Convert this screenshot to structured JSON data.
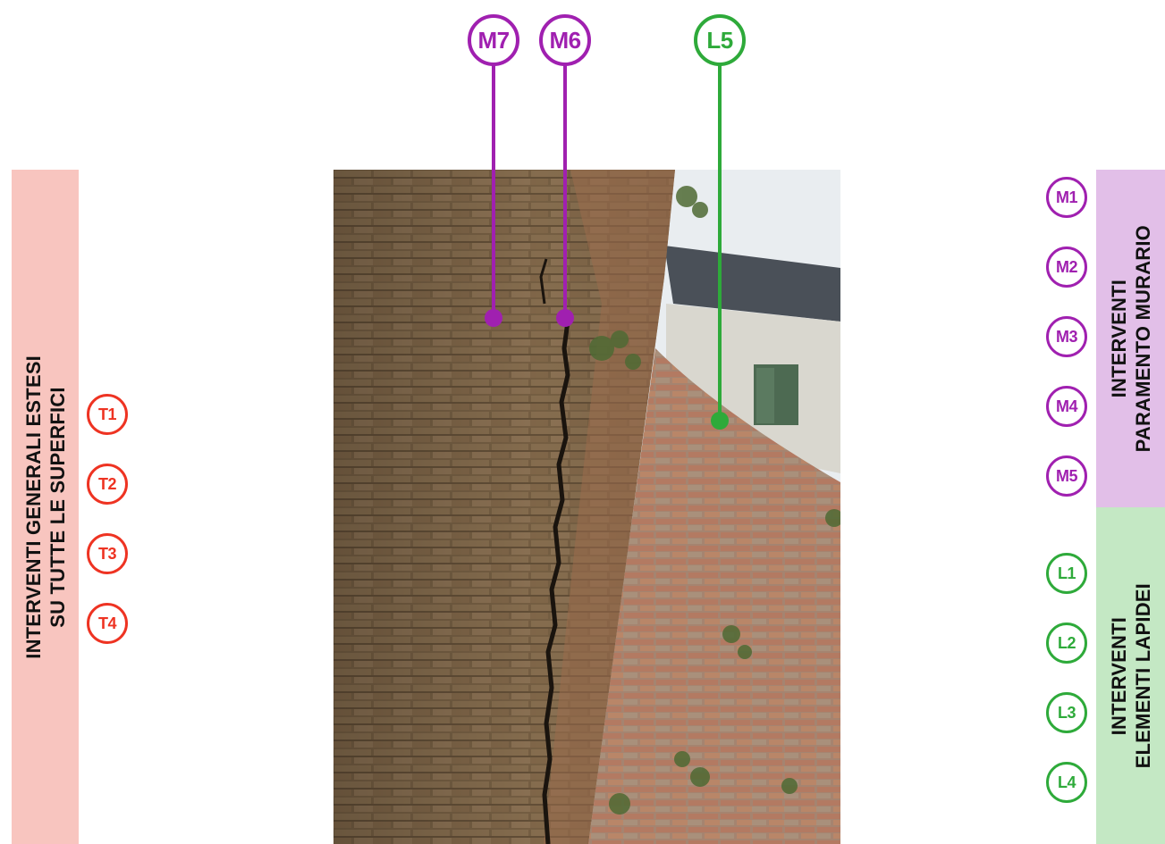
{
  "left_panel": {
    "title_line1": "INTERVENTI GENERALI ESTESI",
    "title_line2": "SU TUTTE LE SUPERFICI",
    "color": "#f8c5bf",
    "badges": [
      "T1",
      "T2",
      "T3",
      "T4"
    ],
    "badge_color": "#ee3322"
  },
  "right_panel_m": {
    "title_line1": "INTERVENTI",
    "title_line2": "PARAMENTO MURARIO",
    "color": "#e2bfe8",
    "badges": [
      "M1",
      "M2",
      "M3",
      "M4",
      "M5"
    ],
    "badge_color": "#a020b0"
  },
  "right_panel_l": {
    "title_line1": "INTERVENTI",
    "title_line2": "ELEMENTI LAPIDEI",
    "color": "#c4e8c4",
    "badges": [
      "L1",
      "L2",
      "L3",
      "L4"
    ],
    "badge_color": "#2eaa3a"
  },
  "callouts": [
    {
      "label": "M7",
      "color": "#a020b0"
    },
    {
      "label": "M6",
      "color": "#a020b0"
    },
    {
      "label": "L5",
      "color": "#2eaa3a"
    }
  ],
  "photo": {
    "subject": "brick-wall-with-crack",
    "colors": {
      "brick": "#8a6a4a",
      "sky": "#e8ecef",
      "roof": "#4a5058",
      "facade": "#d8d6cf",
      "shutter": "#4d6a52"
    }
  }
}
